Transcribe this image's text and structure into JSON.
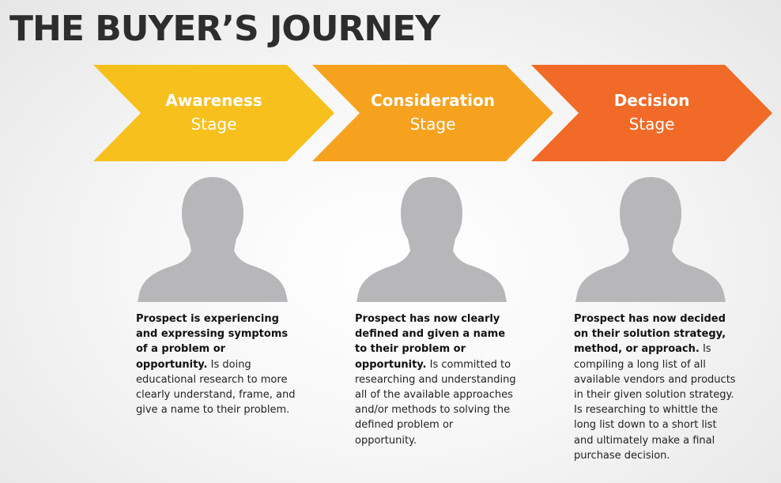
{
  "title": "THE BUYER’S JOURNEY",
  "stages": [
    {
      "name": "Awareness",
      "sub": "Stage",
      "color": "#f7c01c",
      "lead": "Prospect is experiencing and expressing symptoms of a problem or opportunity.",
      "body": "Is doing educational research to more clearly understand, frame, and give a name to their problem."
    },
    {
      "name": "Consideration",
      "sub": "Stage",
      "color": "#f7a21f",
      "lead": "Prospect has now clearly defined and given a name to their problem or opportunity.",
      "body": "Is committed to researching and understanding all of the available approaches and/or methods to solving the defined problem or opportunity."
    },
    {
      "name": "Decision",
      "sub": "Stage",
      "color": "#f26a27",
      "lead": "Prospect has now decided on their solution strategy, method, or approach.",
      "body": "Is compiling a long list of all available vendors and products in their given solution strategy. Is researching to whittle the long list down to a short list and ultimately make a final purchase decision."
    }
  ],
  "persona_color": "#b7b7b9",
  "icons": [
    "person-silhouette-icon"
  ]
}
